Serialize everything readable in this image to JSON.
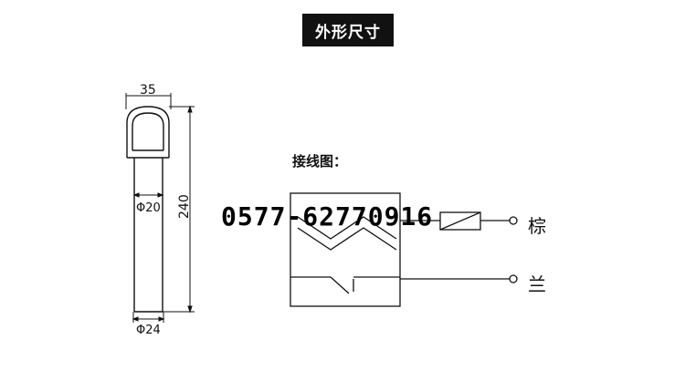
{
  "title": "外形尺寸",
  "dimensions": {
    "top_width": "35",
    "inner_diameter": "Φ20",
    "height": "240",
    "outer_diameter": "Φ24"
  },
  "wiring": {
    "label": "接线图：",
    "wire_brown": "棕",
    "wire_blue": "兰"
  },
  "watermark_phone": "0577-62770916"
}
